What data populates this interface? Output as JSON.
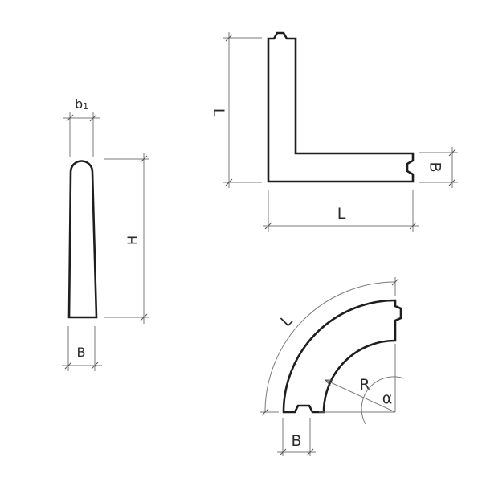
{
  "diagram": {
    "description": "Technical drawing of curb stone elements: cross-section profile, L-shaped corner element, and curved arc element",
    "colors": {
      "outline": "#1e1e1e",
      "dimension": "#7a7a7a",
      "text": "#2a2a2a",
      "background": "#ffffff"
    },
    "profile": {
      "top_width_label": "b",
      "top_width_subscript": "1",
      "height_label": "H",
      "bottom_width_label": "B"
    },
    "corner_element": {
      "vertical_length_label": "L",
      "horizontal_length_label": "L",
      "width_label": "B"
    },
    "arc_element": {
      "arc_length_label": "L",
      "radius_label": "R",
      "angle_label": "α",
      "width_label": "B"
    }
  }
}
